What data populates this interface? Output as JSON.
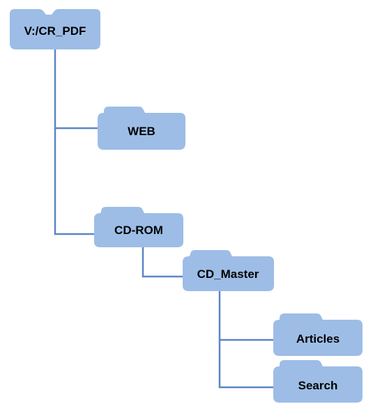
{
  "colors": {
    "folder_fill": "#9dbde6",
    "connector": "#5b86c6",
    "label": "#000000"
  },
  "icon": "folder-icon",
  "tree": {
    "root": {
      "label": "V:/CR_PDF",
      "children": [
        "WEB",
        "CD-ROM"
      ]
    },
    "web": {
      "label": "WEB",
      "children": []
    },
    "cdrom": {
      "label": "CD-ROM",
      "children": [
        "CD_Master"
      ]
    },
    "cd_master": {
      "label": "CD_Master",
      "children": [
        "Articles",
        "Search"
      ]
    },
    "articles": {
      "label": "Articles",
      "children": []
    },
    "search": {
      "label": "Search",
      "children": []
    }
  }
}
